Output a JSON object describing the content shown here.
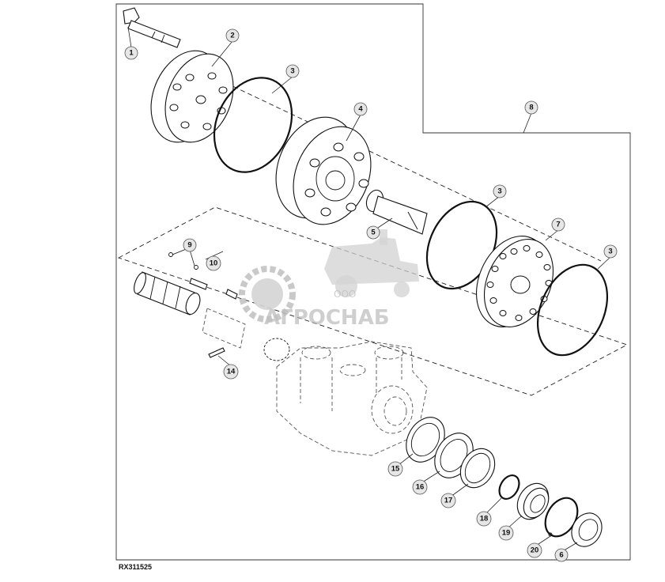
{
  "figure_id": "RX311525",
  "watermark": {
    "company_prefix": "ООО",
    "company_name": "АГРОСНАБ"
  },
  "callouts": [
    {
      "id": "c1",
      "label": "1"
    },
    {
      "id": "c2",
      "label": "2"
    },
    {
      "id": "c3a",
      "label": "3"
    },
    {
      "id": "c4",
      "label": "4"
    },
    {
      "id": "c8",
      "label": "8"
    },
    {
      "id": "c3b",
      "label": "3"
    },
    {
      "id": "c5",
      "label": "5"
    },
    {
      "id": "c7",
      "label": "7"
    },
    {
      "id": "c3c",
      "label": "3"
    },
    {
      "id": "c9",
      "label": "9"
    },
    {
      "id": "c10",
      "label": "10"
    },
    {
      "id": "c14",
      "label": "14"
    },
    {
      "id": "c15",
      "label": "15"
    },
    {
      "id": "c16",
      "label": "16"
    },
    {
      "id": "c17",
      "label": "17"
    },
    {
      "id": "c18",
      "label": "18"
    },
    {
      "id": "c19",
      "label": "19"
    },
    {
      "id": "c20",
      "label": "20"
    },
    {
      "id": "c6",
      "label": "6"
    }
  ]
}
